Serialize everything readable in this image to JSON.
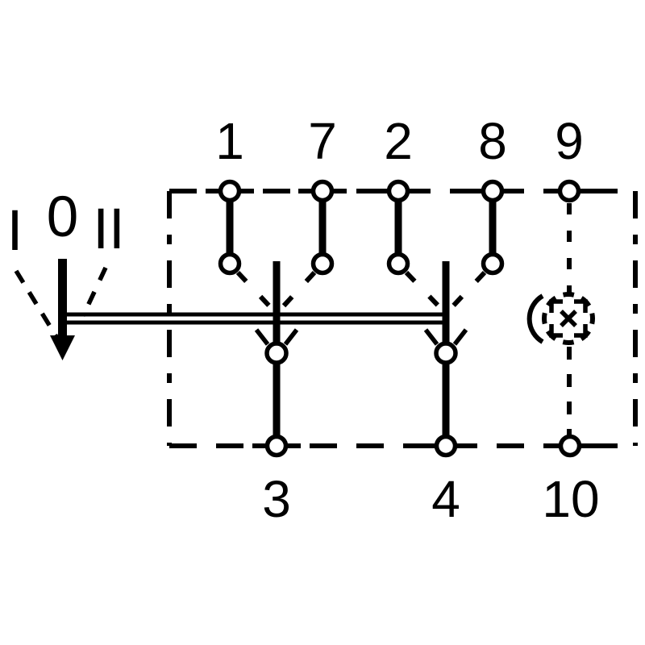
{
  "diagram": {
    "type": "switch-wiring-schematic",
    "background_color": "#ffffff",
    "line_color": "#000000",
    "switch_positions": [
      "I",
      "0",
      "II"
    ],
    "terminals": {
      "top": [
        "1",
        "7",
        "2",
        "8",
        "9"
      ],
      "bottom": [
        "3",
        "4",
        "10"
      ]
    },
    "icons": {
      "actuator": "down-arrow-icon",
      "lamp": "illumination-lamp-icon"
    }
  }
}
